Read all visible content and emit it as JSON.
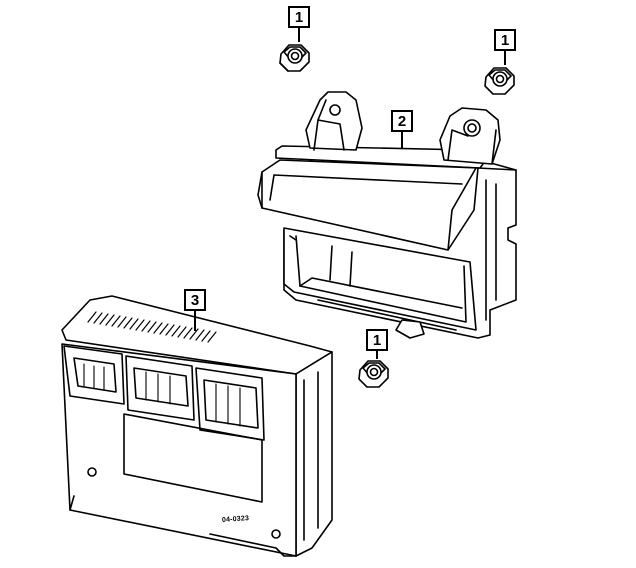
{
  "callouts": [
    {
      "id": "nut-top",
      "label": "1"
    },
    {
      "id": "nut-right",
      "label": "1"
    },
    {
      "id": "bracket",
      "label": "2"
    },
    {
      "id": "module",
      "label": "3"
    },
    {
      "id": "nut-bottom",
      "label": "1"
    }
  ],
  "module_part_number": "04-0323"
}
